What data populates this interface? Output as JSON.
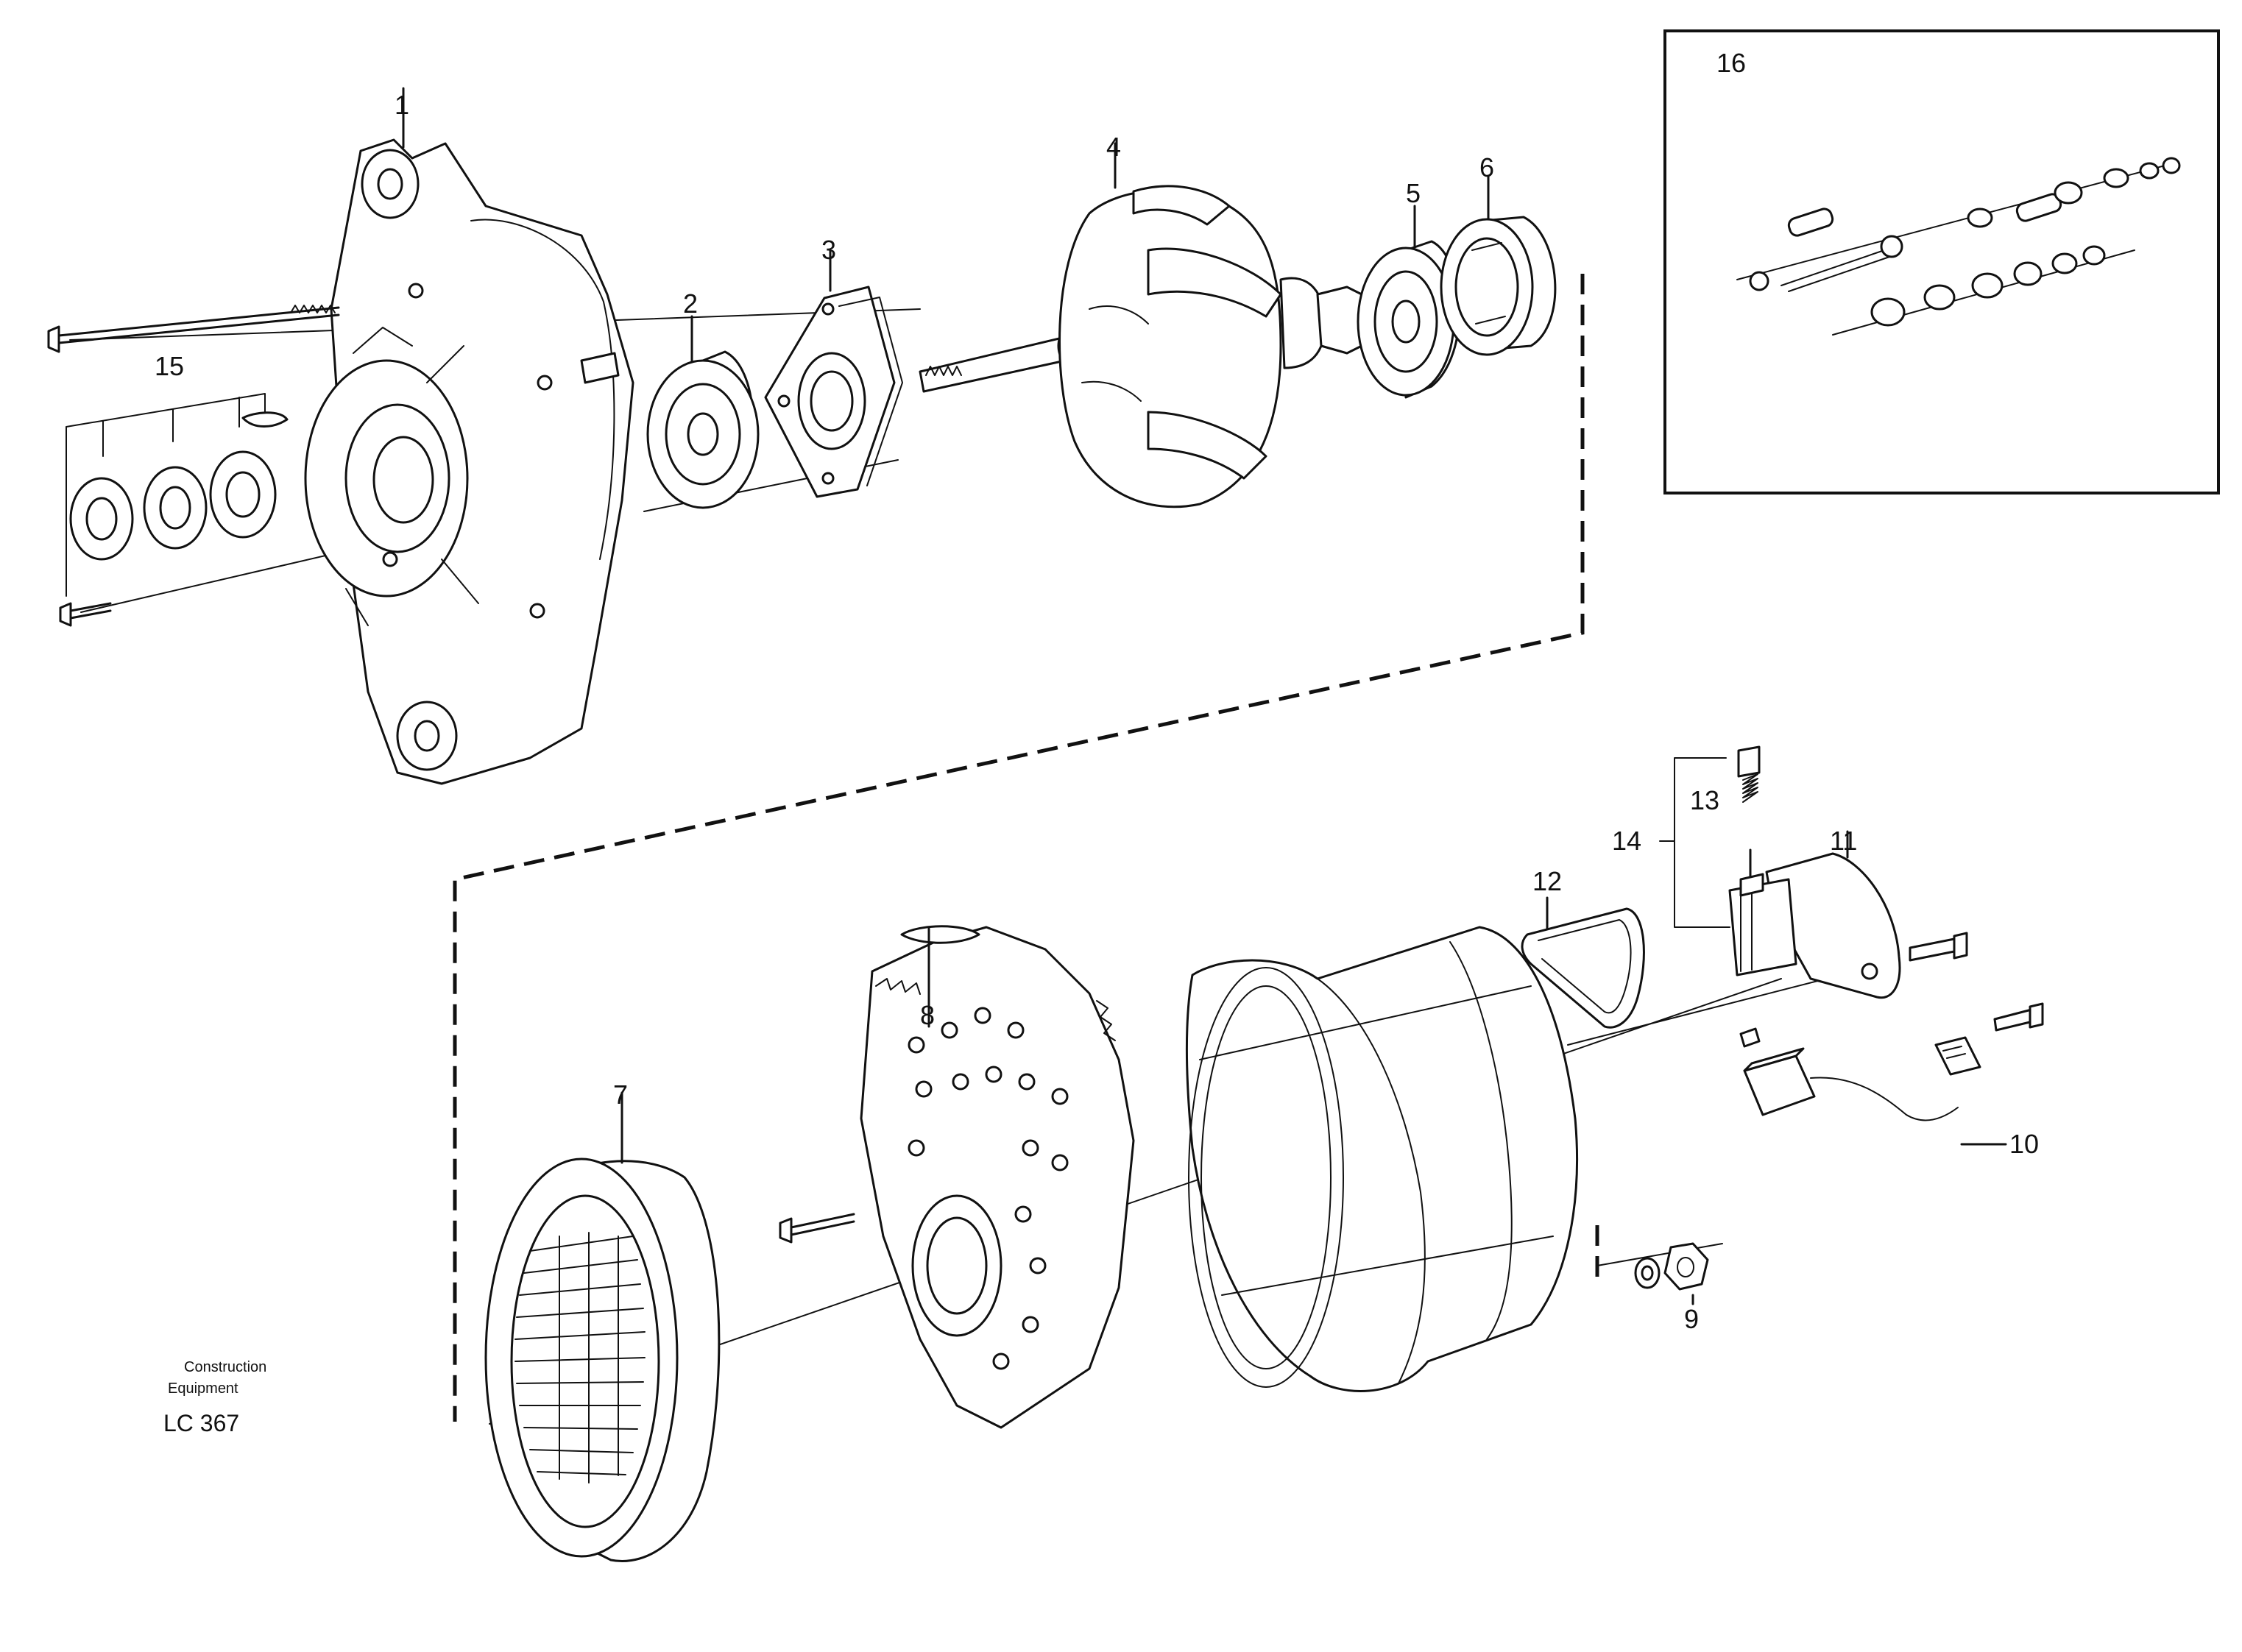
{
  "callouts": {
    "c1": "1",
    "c2": "2",
    "c3": "3",
    "c4": "4",
    "c5": "5",
    "c6": "6",
    "c7": "7",
    "c8": "8",
    "c9": "9",
    "c10": "10",
    "c11": "11",
    "c12": "12",
    "c13": "13",
    "c14": "14",
    "c15": "15",
    "c16": "16"
  },
  "footer": {
    "brand_line1": "Construction",
    "brand_line2": "Equipment",
    "code": "LC 367"
  }
}
